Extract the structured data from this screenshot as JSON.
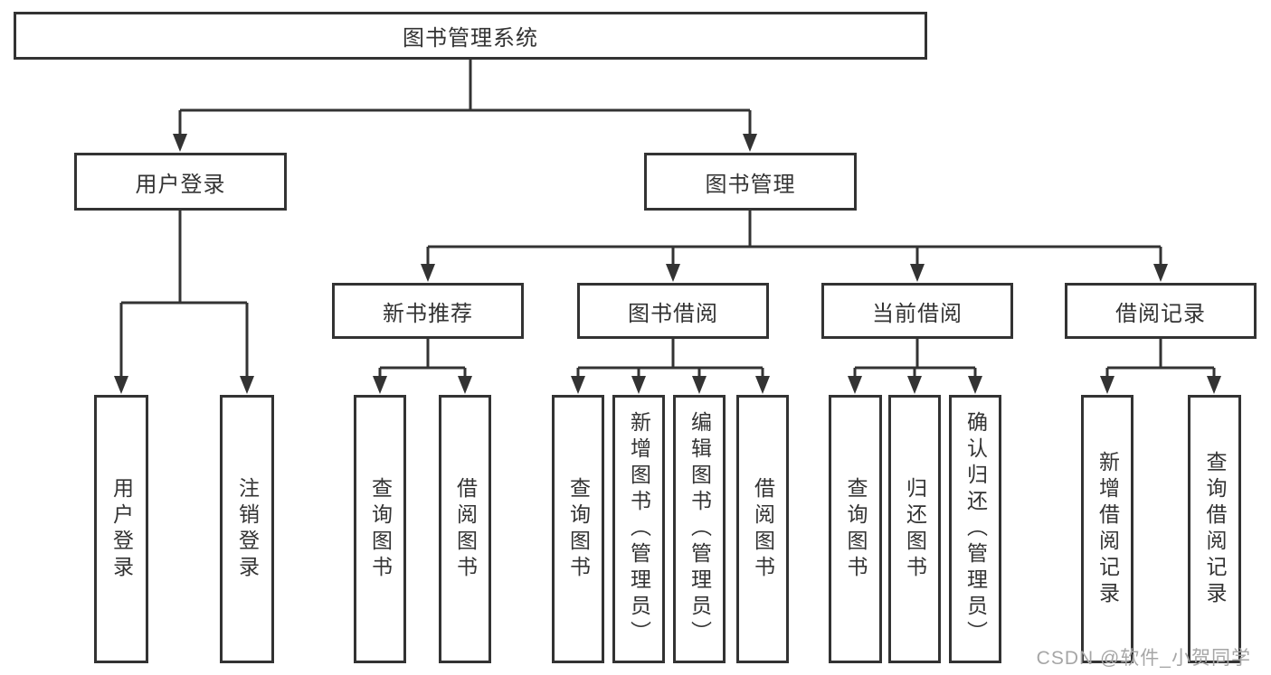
{
  "diagram": {
    "root": {
      "label": "图书管理系统"
    },
    "branches": [
      {
        "label": "用户登录",
        "children": [
          {
            "label": "用户登录"
          },
          {
            "label": "注销登录"
          }
        ]
      },
      {
        "label": "图书管理",
        "children": [
          {
            "label": "新书推荐",
            "children": [
              {
                "label": "查询图书"
              },
              {
                "label": "借阅图书"
              }
            ]
          },
          {
            "label": "图书借阅",
            "children": [
              {
                "label": "查询图书"
              },
              {
                "label": "新增图书（管理员）"
              },
              {
                "label": "编辑图书（管理员）"
              },
              {
                "label": "借阅图书"
              }
            ]
          },
          {
            "label": "当前借阅",
            "children": [
              {
                "label": "查询图书"
              },
              {
                "label": "归还图书"
              },
              {
                "label": "确认归还（管理员）"
              }
            ]
          },
          {
            "label": "借阅记录",
            "children": [
              {
                "label": "新增借阅记录"
              },
              {
                "label": "查询借阅记录"
              }
            ]
          }
        ]
      }
    ]
  },
  "watermark": "CSDN @软件_小贺同学",
  "colors": {
    "line": "#333333",
    "text": "#333333",
    "background": "#ffffff",
    "watermark": "#a6a6a6"
  }
}
